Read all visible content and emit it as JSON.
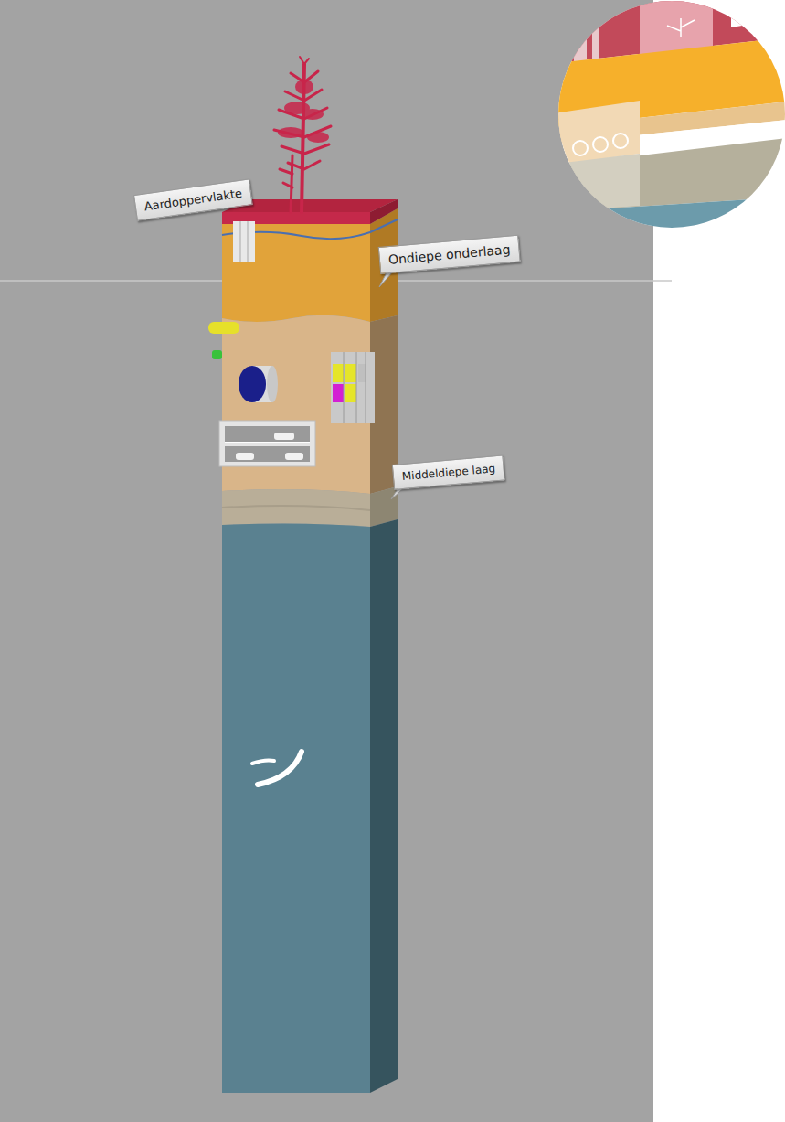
{
  "diagram": {
    "nodes": [
      {
        "text": [
          "Aardoppervlakte"
        ]
      },
      {
        "text": [
          "Ondiepe onderlaag"
        ]
      },
      {
        "text": [
          "Middeldiepe laag"
        ]
      }
    ]
  }
}
